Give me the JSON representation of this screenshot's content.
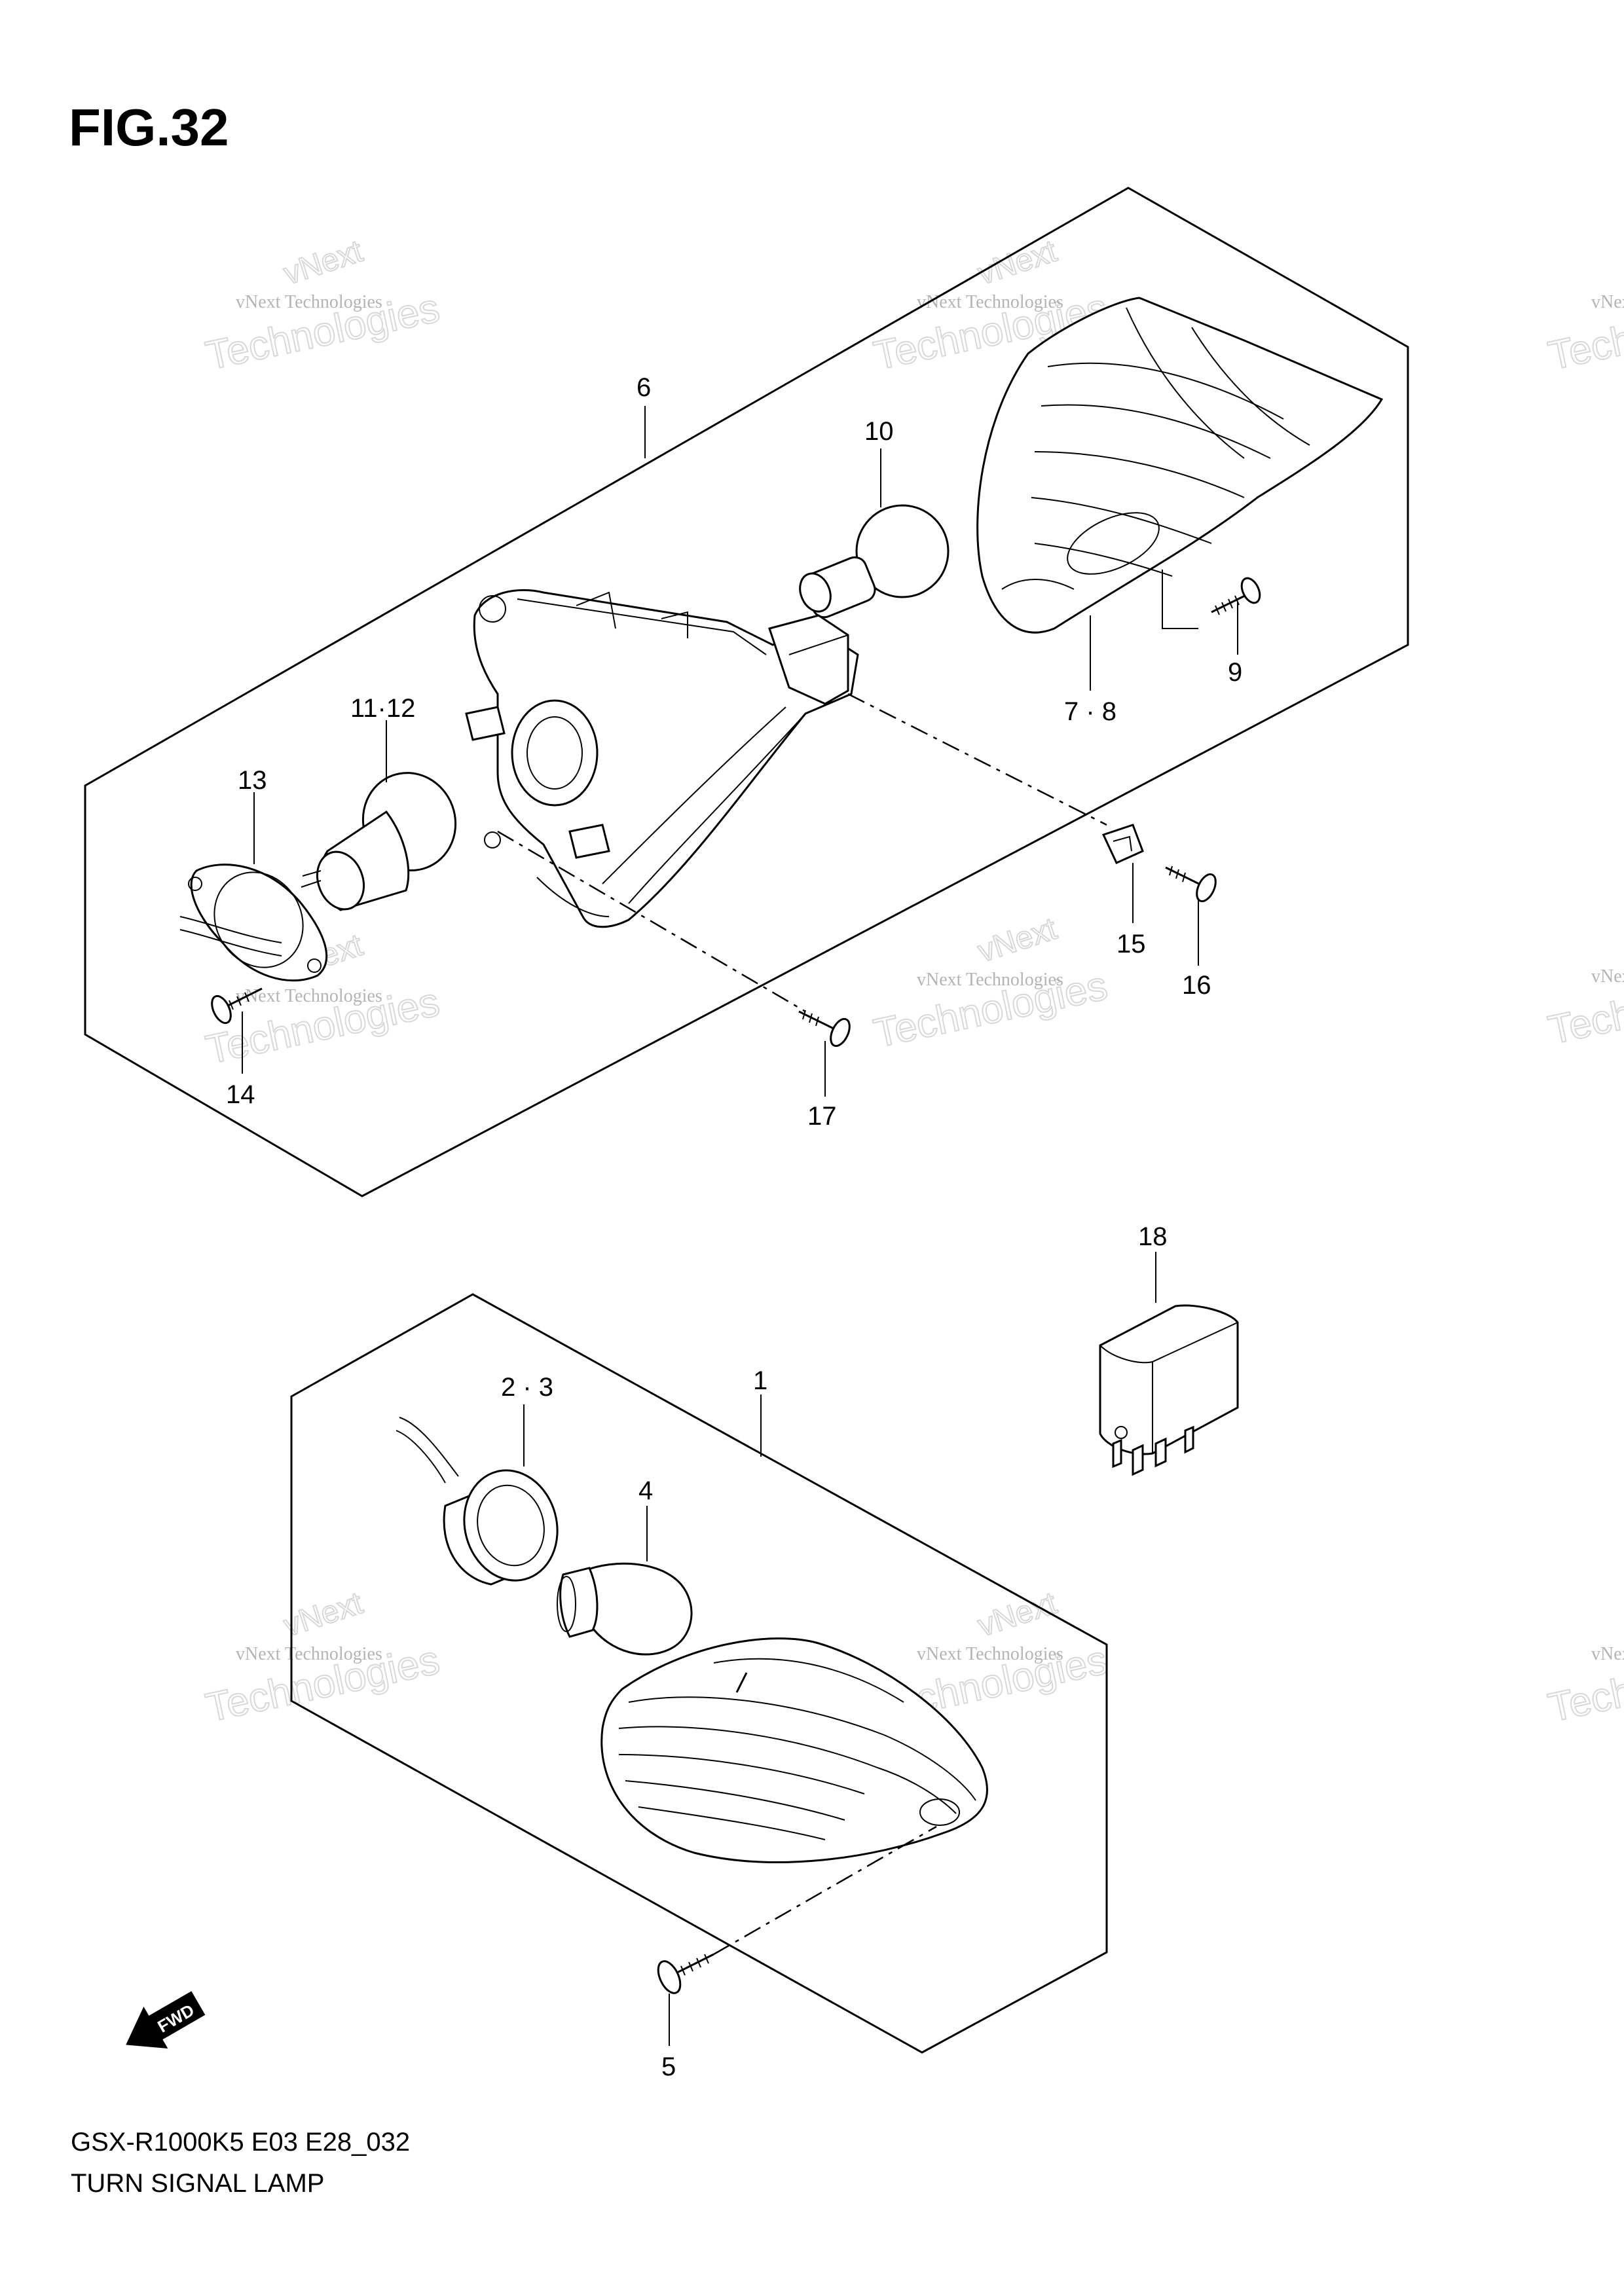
{
  "figure_title": "FIG.32",
  "footer": {
    "model_code": "GSX-R1000K5 E03 E28_032",
    "section_name": "TURN SIGNAL LAMP"
  },
  "fwd_label": "FWD",
  "watermark": {
    "line1": "vNext Technologies",
    "line2": "vNext",
    "line3": "Technologies"
  },
  "callouts": [
    {
      "id": "6",
      "text": "6"
    },
    {
      "id": "10",
      "text": "10"
    },
    {
      "id": "9",
      "text": "9"
    },
    {
      "id": "7-8",
      "text": "7 · 8"
    },
    {
      "id": "11-12",
      "text": "11·12"
    },
    {
      "id": "13",
      "text": "13"
    },
    {
      "id": "14",
      "text": "14"
    },
    {
      "id": "15",
      "text": "15"
    },
    {
      "id": "16",
      "text": "16"
    },
    {
      "id": "17",
      "text": "17"
    },
    {
      "id": "18",
      "text": "18"
    },
    {
      "id": "1",
      "text": "1"
    },
    {
      "id": "2-3",
      "text": "2 · 3"
    },
    {
      "id": "4",
      "text": "4"
    },
    {
      "id": "5",
      "text": "5"
    }
  ]
}
